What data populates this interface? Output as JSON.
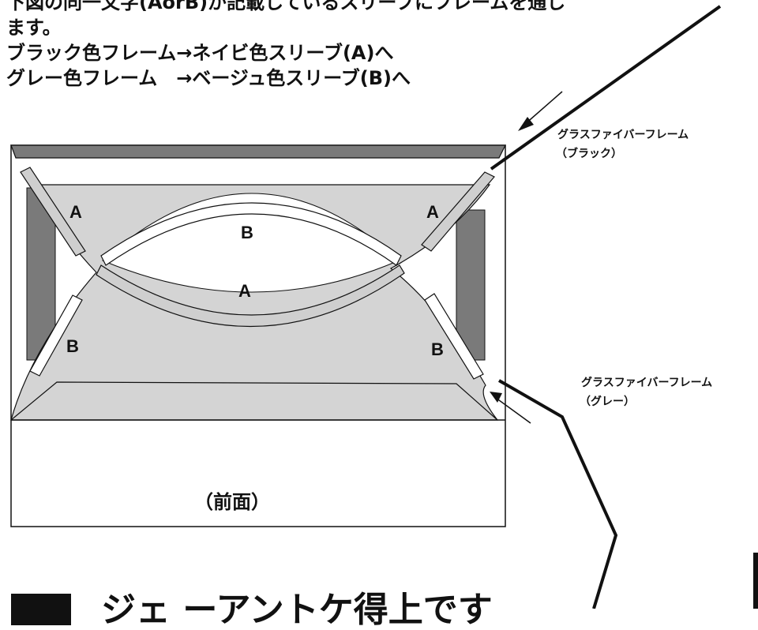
{
  "instructions": {
    "line1": "下図の同一文字(AorB)が記載しているスリーブにフレームを通し",
    "line2": "ます。",
    "line3": "ブラック色フレーム→ネイビ色スリーブ(A)へ",
    "line4": "グレー色フレーム　→ベージュ色スリーブ(B)へ"
  },
  "callouts": {
    "black_frame": {
      "line1": "グラスファイバーフレーム",
      "line2": "（ブラック）"
    },
    "gray_frame": {
      "line1": "グラスファイバーフレーム",
      "line2": "（グレー）"
    }
  },
  "slots": {
    "left_top": "A",
    "right_top": "A",
    "top_arc": "B",
    "center_arc": "A",
    "left_bottom": "B",
    "right_bottom": "B"
  },
  "front_label": "（前面）",
  "section_heading": "ジェ ーアントケ得上です",
  "colors": {
    "tent_fill": "#d4d4d4",
    "side_panel": "#7a7a7a",
    "sleeve_white": "#ffffff",
    "sleeve_gray": "#cfcfcf",
    "line": "#111111"
  }
}
